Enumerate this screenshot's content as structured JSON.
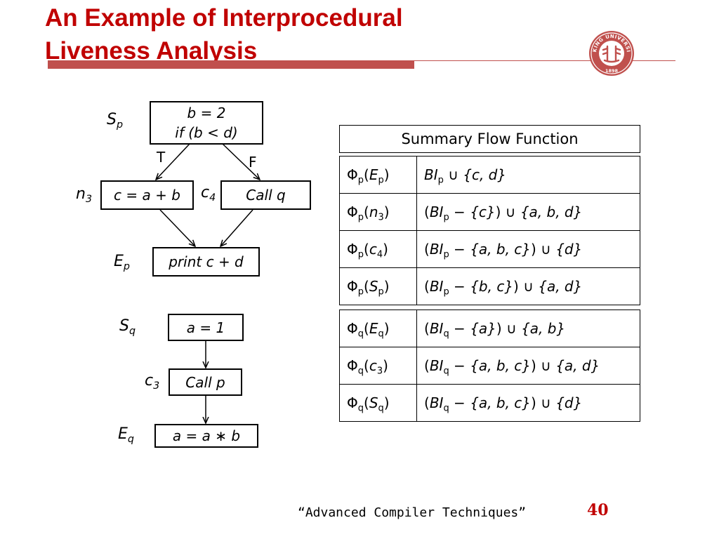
{
  "slide": {
    "title_line1": "An Example of Interprocedural",
    "title_line2": "Liveness Analysis",
    "footer": "“Advanced Compiler Techniques”",
    "page_number": "40",
    "accent_color": "#c00000",
    "bar_color": "#c0504d"
  },
  "logo": {
    "icon": "peking-university-seal-icon",
    "arc_text": "PEKING UNIVERSITY",
    "year": "1898",
    "color": "#c0504d"
  },
  "graph_p": {
    "start_label": "S",
    "start_sub": "p",
    "start_line1": "b = 2",
    "start_line2": "if (b < d)",
    "true_label": "T",
    "false_label": "F",
    "n3_label": "n",
    "n3_sub": "3",
    "n3_stmt": "c = a + b",
    "c4_label": "c",
    "c4_sub": "4",
    "c4_stmt": "Call q",
    "end_label": "E",
    "end_sub": "p",
    "end_stmt": "print  c + d"
  },
  "graph_q": {
    "start_label": "S",
    "start_sub": "q",
    "start_stmt": "a = 1",
    "c3_label": "c",
    "c3_sub": "3",
    "c3_stmt": "Call p",
    "end_label": "E",
    "end_sub": "q",
    "end_stmt": "a = a ∗ b"
  },
  "summary": {
    "header": "Summary Flow Function",
    "p_rows": [
      {
        "phi": "Φ",
        "phi_sub": "p",
        "arg": "E",
        "arg_sub": "p",
        "bi_sub": "p",
        "minus": "",
        "gen": "{c, d}"
      },
      {
        "phi": "Φ",
        "phi_sub": "p",
        "arg": "n",
        "arg_sub": "3",
        "bi_sub": "p",
        "minus": "{c}",
        "gen": "{a, b, d}"
      },
      {
        "phi": "Φ",
        "phi_sub": "p",
        "arg": "c",
        "arg_sub": "4",
        "bi_sub": "p",
        "minus": "{a, b, c}",
        "gen": "{d}"
      },
      {
        "phi": "Φ",
        "phi_sub": "p",
        "arg": "S",
        "arg_sub": "p",
        "bi_sub": "p",
        "minus": "{b, c}",
        "gen": "{a, d}"
      }
    ],
    "q_rows": [
      {
        "phi": "Φ",
        "phi_sub": "q",
        "arg": "E",
        "arg_sub": "q",
        "bi_sub": "q",
        "minus": "{a}",
        "gen": "{a, b}"
      },
      {
        "phi": "Φ",
        "phi_sub": "q",
        "arg": "c",
        "arg_sub": "3",
        "bi_sub": "q",
        "minus": "{a, b, c}",
        "gen": "{a, d}"
      },
      {
        "phi": "Φ",
        "phi_sub": "q",
        "arg": "S",
        "arg_sub": "q",
        "bi_sub": "q",
        "minus": "{a, b, c}",
        "gen": "{d}"
      }
    ]
  }
}
